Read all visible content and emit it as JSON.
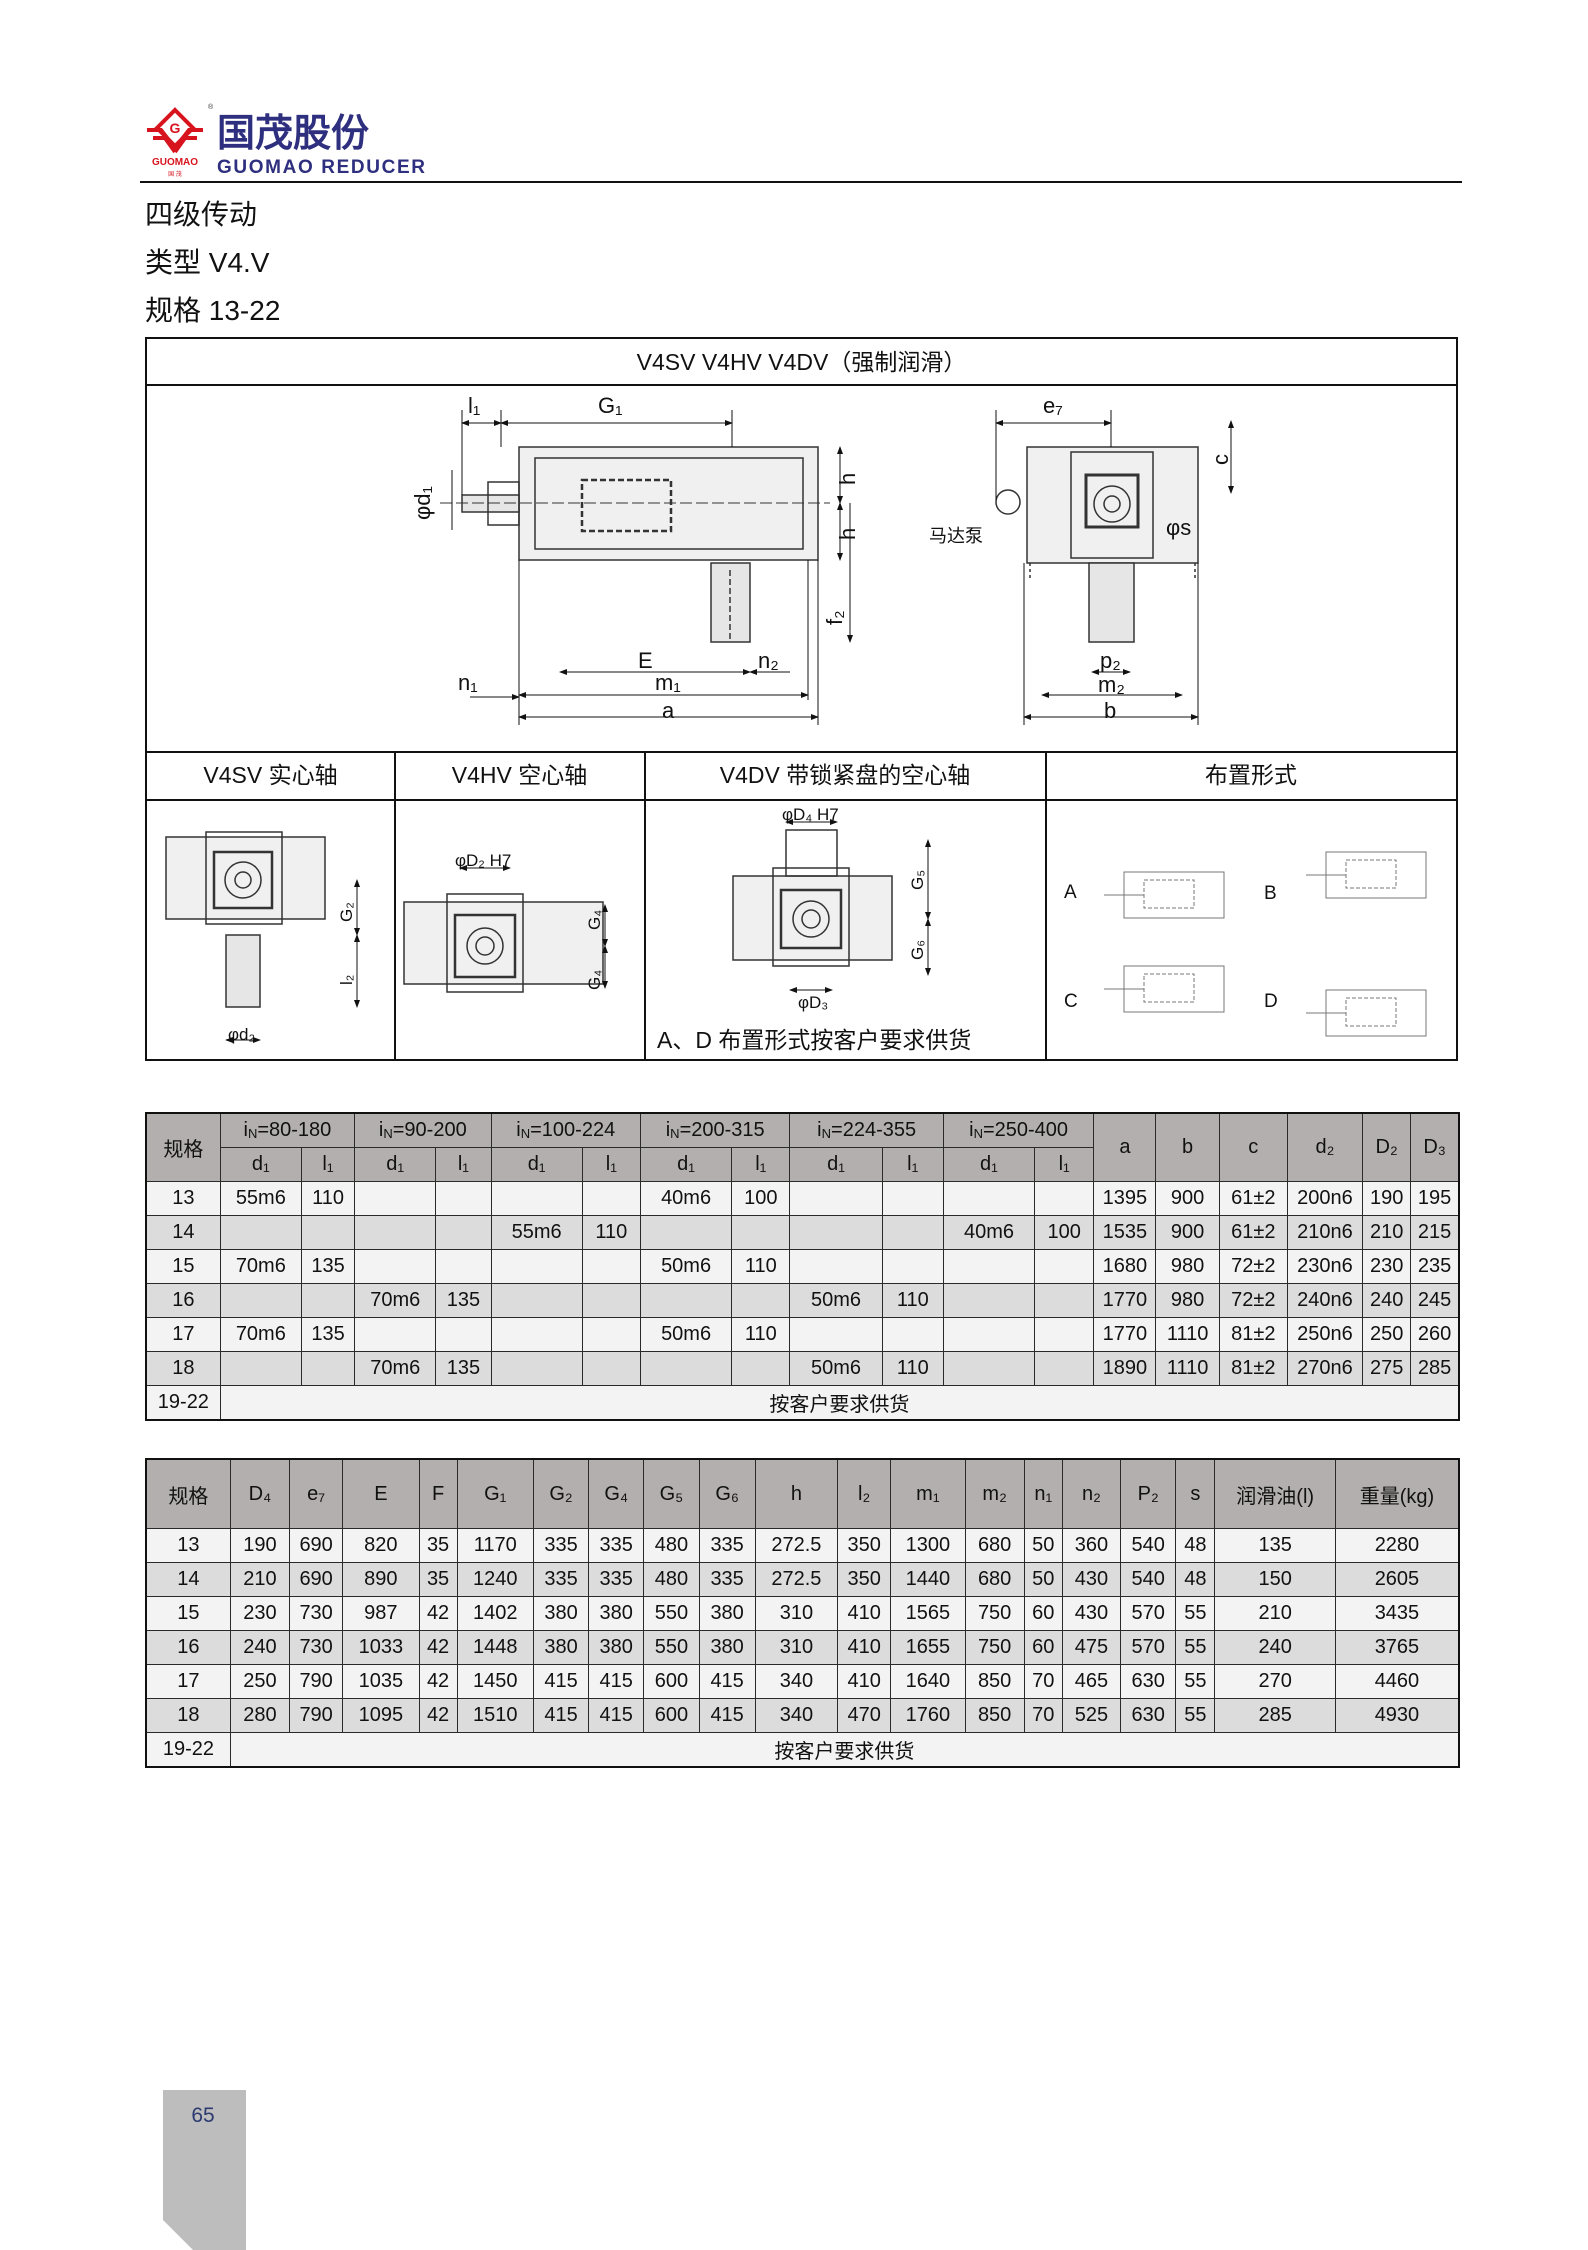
{
  "brand": {
    "name_cn": "国茂股份",
    "name_en": "GUOMAO REDUCER",
    "mark_en": "GUOMAO",
    "mark_cn": "国 茂",
    "red": "#d7141d",
    "blue": "#2e2f7e"
  },
  "headings": [
    "四级传动",
    "类型 V4.V",
    "规格 13-22"
  ],
  "drawing": {
    "title": "V4SV V4HV V4DV（强制润滑）",
    "captions": [
      "V4SV  实心轴",
      "V4HV  空心轴",
      "V4DV  带锁紧盘的空心轴",
      "布置形式"
    ],
    "labels": {
      "l1": "l₁",
      "G1": "G₁",
      "d1": "φd₁",
      "h": "h",
      "f2": "f₂",
      "E": "E",
      "n2": "n₂",
      "n1": "n₁",
      "m1": "m₁",
      "a": "a",
      "e7": "e₇",
      "c": "c",
      "s": "φs",
      "motor_pump": "马达泵",
      "p2": "p₂",
      "m2": "m₂",
      "b": "b",
      "G2": "G₂",
      "l2": "l₂",
      "d2": "φd₂",
      "D2": "φD₂ H7",
      "G4": "G₄",
      "D4": "φD₄ H7",
      "G5": "G₅",
      "G6": "G₆",
      "D3": "φD₃",
      "A": "A",
      "B": "B",
      "C": "C",
      "D": "D",
      "note": "A、D 布置形式按客户要求供货"
    }
  },
  "table1": {
    "spec_label": "规格",
    "ratio_symbol": "i",
    "ratio_sub": "N",
    "ratios": [
      "=80-180",
      "=90-200",
      "=100-224",
      "=200-315",
      "=224-355",
      "=250-400"
    ],
    "sub_headers": [
      "d₁",
      "l₁"
    ],
    "extra_headers": [
      "a",
      "b",
      "c",
      "d₂",
      "D₂",
      "D₃"
    ],
    "rows": [
      [
        "13",
        "55m6",
        "110",
        "",
        "",
        "",
        "",
        "40m6",
        "100",
        "",
        "",
        "",
        "",
        "1395",
        "900",
        "61±2",
        "200n6",
        "190",
        "195"
      ],
      [
        "14",
        "",
        "",
        "",
        "",
        "55m6",
        "110",
        "",
        "",
        "",
        "",
        "40m6",
        "100",
        "1535",
        "900",
        "61±2",
        "210n6",
        "210",
        "215"
      ],
      [
        "15",
        "70m6",
        "135",
        "",
        "",
        "",
        "",
        "50m6",
        "110",
        "",
        "",
        "",
        "",
        "1680",
        "980",
        "72±2",
        "230n6",
        "230",
        "235"
      ],
      [
        "16",
        "",
        "",
        "70m6",
        "135",
        "",
        "",
        "",
        "",
        "50m6",
        "110",
        "",
        "",
        "1770",
        "980",
        "72±2",
        "240n6",
        "240",
        "245"
      ],
      [
        "17",
        "70m6",
        "135",
        "",
        "",
        "",
        "",
        "50m6",
        "110",
        "",
        "",
        "",
        "",
        "1770",
        "1110",
        "81±2",
        "250n6",
        "250",
        "260"
      ],
      [
        "18",
        "",
        "",
        "70m6",
        "135",
        "",
        "",
        "",
        "",
        "50m6",
        "110",
        "",
        "",
        "1890",
        "1110",
        "81±2",
        "270n6",
        "275",
        "285"
      ]
    ],
    "footer": [
      "19-22",
      "按客户要求供货"
    ]
  },
  "table2": {
    "headers": [
      "规格",
      "D₄",
      "e₇",
      "E",
      "F",
      "G₁",
      "G₂",
      "G₄",
      "G₅",
      "G₆",
      "h",
      "l₂",
      "m₁",
      "m₂",
      "n₁",
      "n₂",
      "P₂",
      "s",
      "润滑油(l)",
      "重量(kg)"
    ],
    "rows": [
      [
        "13",
        "190",
        "690",
        "820",
        "35",
        "1170",
        "335",
        "335",
        "480",
        "335",
        "272.5",
        "350",
        "1300",
        "680",
        "50",
        "360",
        "540",
        "48",
        "135",
        "2280"
      ],
      [
        "14",
        "210",
        "690",
        "890",
        "35",
        "1240",
        "335",
        "335",
        "480",
        "335",
        "272.5",
        "350",
        "1440",
        "680",
        "50",
        "430",
        "540",
        "48",
        "150",
        "2605"
      ],
      [
        "15",
        "230",
        "730",
        "987",
        "42",
        "1402",
        "380",
        "380",
        "550",
        "380",
        "310",
        "410",
        "1565",
        "750",
        "60",
        "430",
        "570",
        "55",
        "210",
        "3435"
      ],
      [
        "16",
        "240",
        "730",
        "1033",
        "42",
        "1448",
        "380",
        "380",
        "550",
        "380",
        "310",
        "410",
        "1655",
        "750",
        "60",
        "475",
        "570",
        "55",
        "240",
        "3765"
      ],
      [
        "17",
        "250",
        "790",
        "1035",
        "42",
        "1450",
        "415",
        "415",
        "600",
        "415",
        "340",
        "410",
        "1640",
        "850",
        "70",
        "465",
        "630",
        "55",
        "270",
        "4460"
      ],
      [
        "18",
        "280",
        "790",
        "1095",
        "42",
        "1510",
        "415",
        "415",
        "600",
        "415",
        "340",
        "470",
        "1760",
        "850",
        "70",
        "525",
        "630",
        "55",
        "285",
        "4930"
      ]
    ],
    "footer": [
      "19-22",
      "按客户要求供货"
    ]
  },
  "page_number": "65"
}
